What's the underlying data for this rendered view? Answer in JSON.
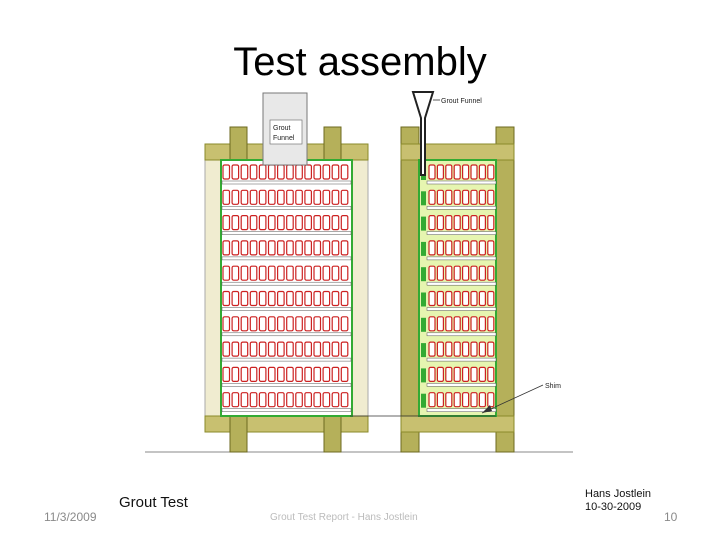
{
  "slide": {
    "title": "Test assembly",
    "date": "11/3/2009",
    "page_number": "10",
    "footer_center": "Grout Test Report - Hans Jostlein"
  },
  "drawing": {
    "caption": "Grout Test",
    "author_name": "Hans Jostlein",
    "author_date": "10-30-2009",
    "left_funnel_label_line1": "Grout",
    "left_funnel_label_line2": "Funnel",
    "right_funnel_label": "Grout Funnel",
    "shim_label": "Shim",
    "colors": {
      "frame": "#8a8a2a",
      "frame_fill": "#b5b05a",
      "cap": "#c8c070",
      "brick": "#cc2222",
      "spacer": "#33aa33",
      "grout": "#e6f5b0",
      "side_panel": "#f0ecd0"
    }
  }
}
